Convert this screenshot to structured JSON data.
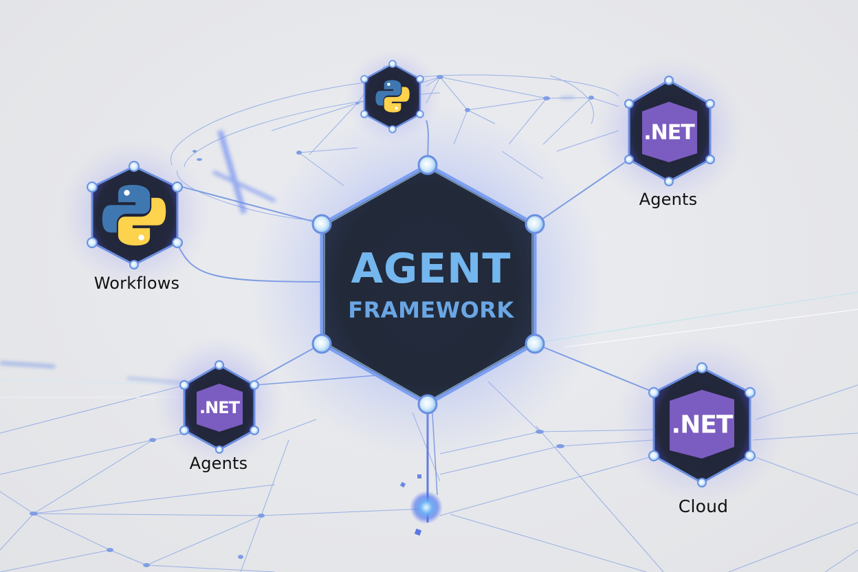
{
  "center": {
    "title": "AGENT",
    "subtitle": "FRAMEWORK",
    "icon": "hexagon-hub-icon"
  },
  "nodes": [
    {
      "id": "python-workflows",
      "icon": "python-logo-icon",
      "label": "Workflows",
      "position": "left"
    },
    {
      "id": "python-top",
      "icon": "python-logo-icon",
      "label": "",
      "position": "top"
    },
    {
      "id": "dotnet-agents-top-right",
      "icon": "dotnet-logo-icon",
      "logo_text": ".NET",
      "label": "Agents",
      "position": "top-right"
    },
    {
      "id": "dotnet-agents-bottom-left",
      "icon": "dotnet-logo-icon",
      "logo_text": ".NET",
      "label": "Agents",
      "position": "bottom-left"
    },
    {
      "id": "dotnet-cloud",
      "icon": "dotnet-logo-icon",
      "logo_text": ".NET",
      "label": "Cloud",
      "position": "bottom-right"
    }
  ],
  "colors": {
    "background": "#e6e7ea",
    "hex_fill": "#232a3b",
    "hex_border": "#6b8fe0",
    "glow": "#7b86f0",
    "title_gradient_start": "#7fc4f2",
    "title_gradient_end": "#6ba8e6",
    "dotnet_purple": "#7b5cc0",
    "python_blue": "#3f77b1",
    "python_yellow": "#fdd24c",
    "network_line": "#8aa6e6",
    "label_text": "#111111"
  }
}
